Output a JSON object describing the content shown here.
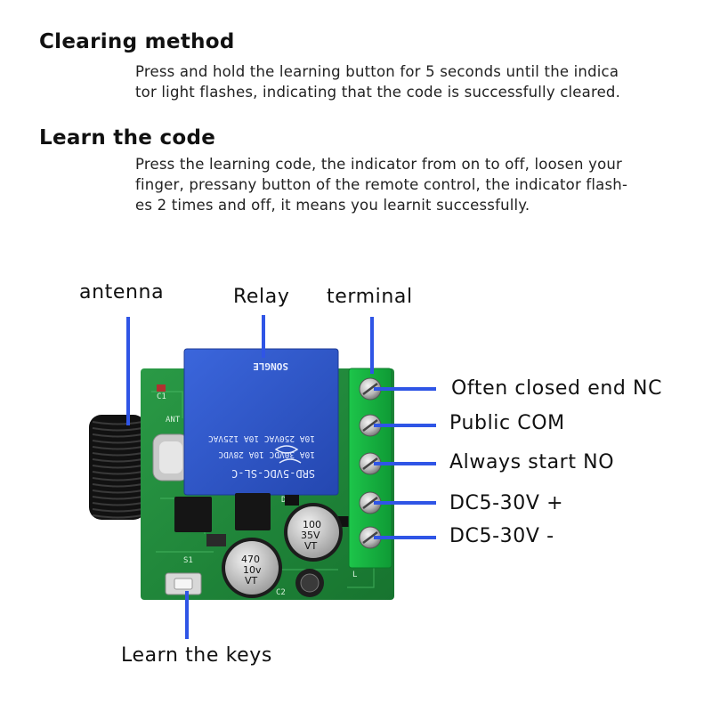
{
  "sections": [
    {
      "heading": "Clearing method",
      "lines": [
        "Press and hold the learning button for 5 seconds until the indica",
        "tor light flashes, indicating that the code is successfully cleared."
      ]
    },
    {
      "heading": "Learn the code",
      "lines": [
        "Press the learning code, the indicator from on to off, loosen your",
        "finger, pressany button of the remote control, the indicator flash-",
        "es 2 times and off, it means you learnit successfully."
      ]
    }
  ],
  "board": {
    "relay_lines": [
      "SRD-5VDC-SL-C",
      "10A 30VDC 10A 28VDC",
      "10A 250VAC 10A 125VAC",
      "SONGLE"
    ],
    "cap_100": [
      "100",
      "35V",
      "VT"
    ],
    "cap_470": [
      "470",
      "10v",
      "VT"
    ]
  },
  "labels": {
    "antenna": "antenna",
    "relay": "Relay",
    "terminal": "terminal",
    "nc": "Often closed end NC",
    "com": "Public COM",
    "no": "Always start NO",
    "dc_plus": "DC5-30V +",
    "dc_minus": "DC5-30V -",
    "learn_keys": "Learn the keys"
  },
  "colors": {
    "pointer": "#2f55e6",
    "pcb": "#1f8a3a",
    "relay": "#2c54c8",
    "terminal": "#15b340",
    "background": "#ffffff"
  }
}
